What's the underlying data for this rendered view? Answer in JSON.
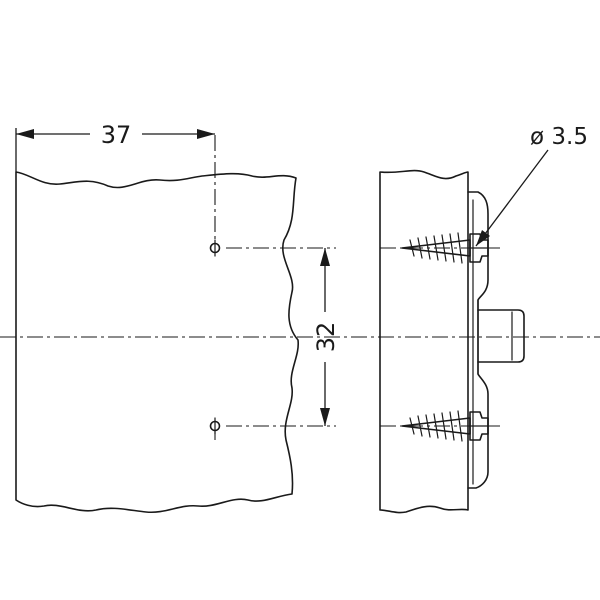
{
  "drawing": {
    "dimensions": {
      "edge_distance": "37",
      "hole_spacing": "32",
      "screw_diameter": "ø 3.5"
    },
    "line_color": "#1a1a1a",
    "background": "#ffffff"
  }
}
